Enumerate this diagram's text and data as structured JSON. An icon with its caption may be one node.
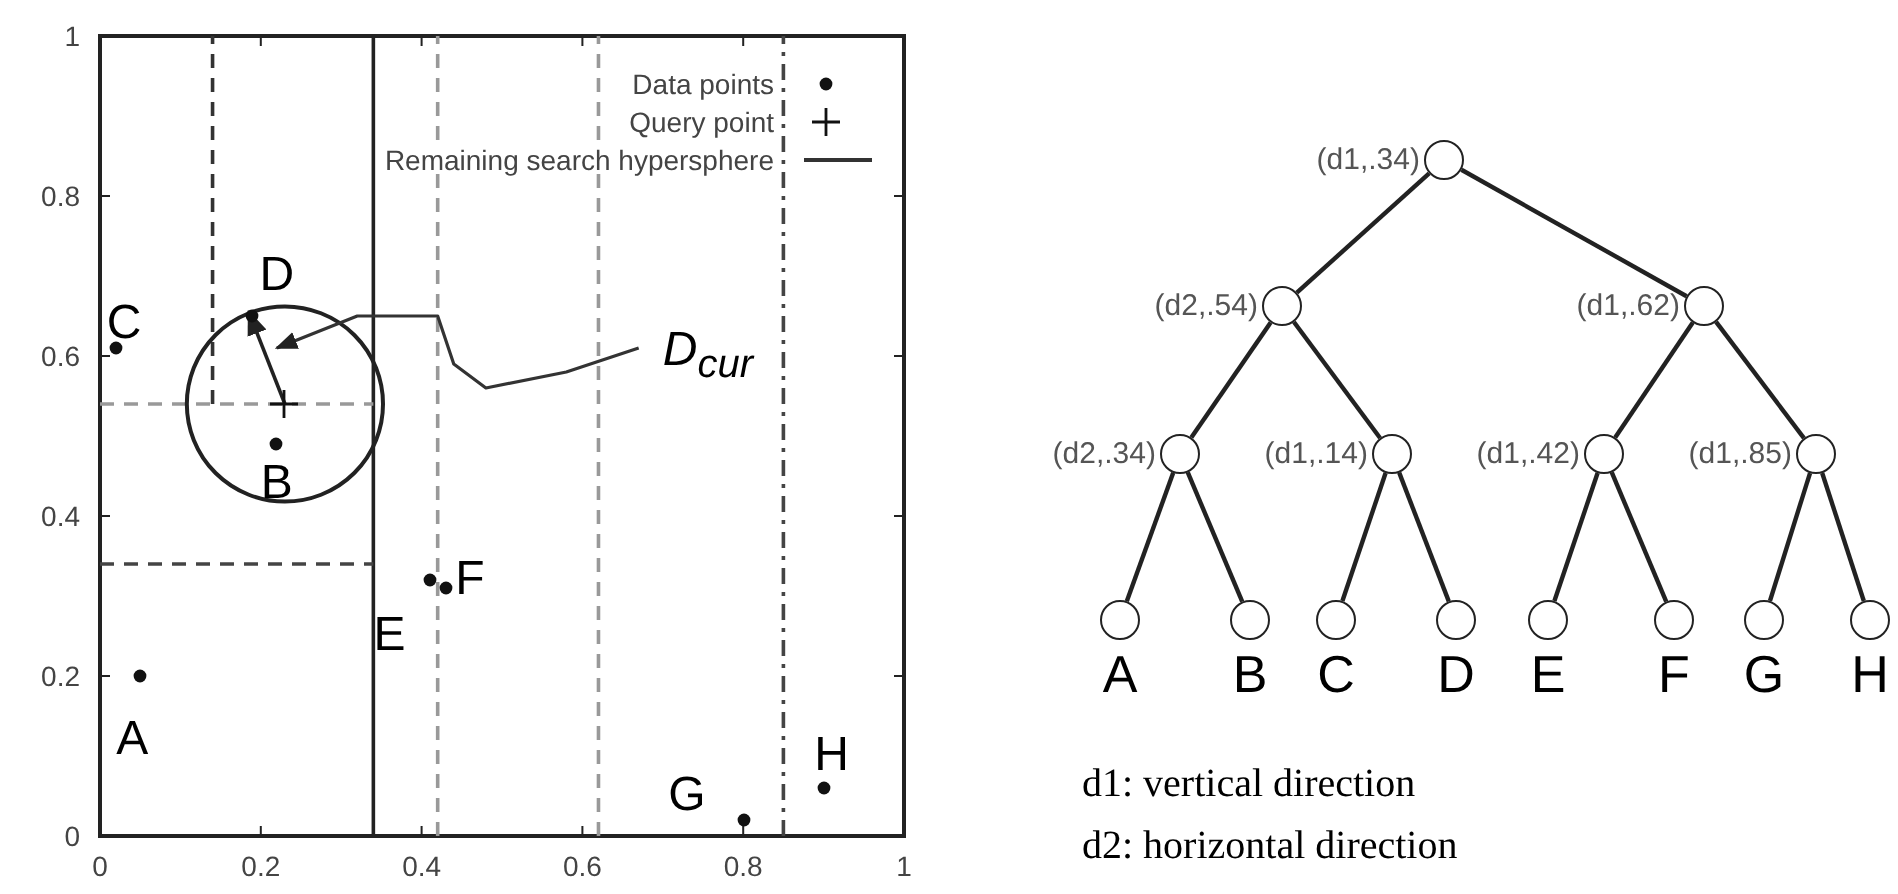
{
  "diagram": {
    "nodes": [
      {
        "text": [],
        "shape": "circle",
        "beside": [
          "(d1,.34)"
        ]
      },
      {
        "text": [],
        "shape": "circle",
        "beside": [
          "(d2,.54)"
        ]
      },
      {
        "text": [],
        "shape": "circle",
        "beside": [
          "(d1,.62)"
        ]
      },
      {
        "text": [],
        "shape": "circle",
        "beside": [
          "(d2,.34)"
        ]
      },
      {
        "text": [],
        "shape": "circle",
        "beside": [
          "(d1,.14)"
        ]
      },
      {
        "text": [],
        "shape": "circle",
        "beside": [
          "(d1,.42)"
        ]
      },
      {
        "text": [],
        "shape": "circle",
        "beside": [
          "(d1,.85)"
        ]
      },
      {
        "text": [],
        "shape": "circle",
        "beside": [
          "A"
        ]
      },
      {
        "text": [],
        "shape": "circle",
        "beside": [
          "B"
        ]
      },
      {
        "text": [],
        "shape": "circle",
        "beside": [
          "C"
        ]
      },
      {
        "text": [],
        "shape": "circle",
        "beside": [
          "D"
        ]
      },
      {
        "text": [],
        "shape": "circle",
        "beside": [
          "E"
        ]
      },
      {
        "text": [],
        "shape": "circle",
        "beside": [
          "F"
        ]
      },
      {
        "text": [],
        "shape": "circle",
        "beside": [
          "G"
        ]
      },
      {
        "text": [],
        "shape": "circle",
        "beside": [
          "H"
        ]
      }
    ],
    "edges": [
      {
        "from": 0,
        "to": 1,
        "arrow": "none"
      },
      {
        "from": 0,
        "to": 2,
        "arrow": "none"
      },
      {
        "from": 1,
        "to": 3,
        "arrow": "none"
      },
      {
        "from": 1,
        "to": 4,
        "arrow": "none"
      },
      {
        "from": 2,
        "to": 5,
        "arrow": "none"
      },
      {
        "from": 2,
        "to": 6,
        "arrow": "none"
      },
      {
        "from": 3,
        "to": 7,
        "arrow": "none"
      },
      {
        "from": 3,
        "to": 8,
        "arrow": "none"
      },
      {
        "from": 4,
        "to": 9,
        "arrow": "none"
      },
      {
        "from": 4,
        "to": 10,
        "arrow": "none"
      },
      {
        "from": 5,
        "to": 11,
        "arrow": "none"
      },
      {
        "from": 5,
        "to": 12,
        "arrow": "none"
      },
      {
        "from": 6,
        "to": 13,
        "arrow": "none"
      },
      {
        "from": 6,
        "to": 14,
        "arrow": "none"
      }
    ],
    "labels": [
      "d1: vertical direction",
      "d2: horizontal direction"
    ],
    "legend": [
      {
        "text": "Data points"
      },
      {
        "text": "Query point"
      },
      {
        "text": "Remaining search hypersphere"
      }
    ],
    "chart_data": {
      "type": "scatter",
      "xlim": [
        0,
        1
      ],
      "ylim": [
        0,
        1
      ],
      "xticks": [
        0,
        0.2,
        0.4,
        0.6,
        0.8,
        1
      ],
      "yticks": [
        0,
        0.2,
        0.4,
        0.6,
        0.8,
        1
      ],
      "x": [
        0.02,
        0.05,
        0.19,
        0.22,
        0.23,
        0.41,
        0.43,
        0.8,
        0.9
      ],
      "series": [
        {
          "values": [
            0.61,
            0.2,
            0.65,
            0.49,
            null,
            0.32,
            0.31,
            0.02,
            0.06
          ]
        },
        {
          "values": [
            null,
            null,
            null,
            null,
            0.54,
            null,
            null,
            null,
            null
          ]
        }
      ],
      "ref_lines": [
        {
          "axis": "x",
          "value": 0.34
        },
        {
          "axis": "y",
          "value": 0.54
        },
        {
          "axis": "y",
          "value": 0.34
        },
        {
          "axis": "x",
          "value": 0.14
        },
        {
          "axis": "x",
          "value": 0.42
        },
        {
          "axis": "x",
          "value": 0.62
        },
        {
          "axis": "x",
          "value": 0.85
        }
      ],
      "annotations": [
        "D$_{cur}$",
        "A",
        "B",
        "C",
        "D",
        "E",
        "F",
        "G",
        "H"
      ]
    }
  }
}
